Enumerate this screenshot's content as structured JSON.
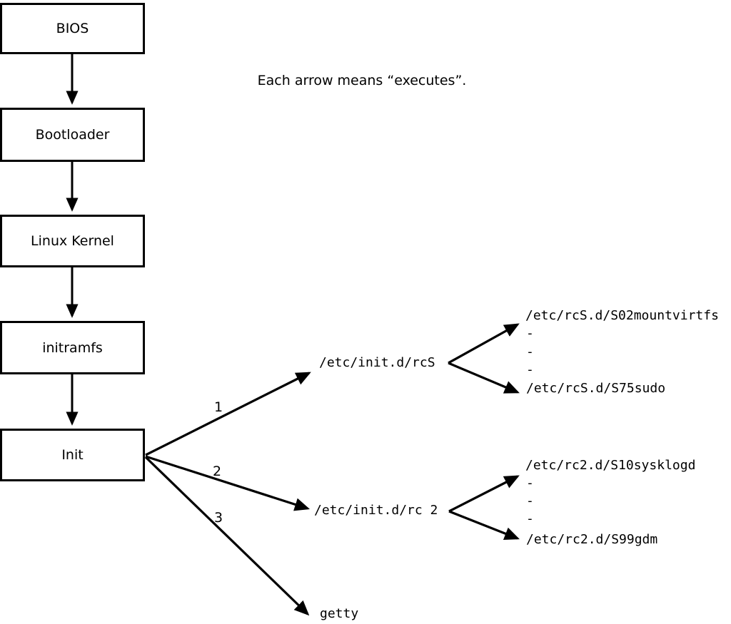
{
  "diagram": {
    "caption": "Each arrow means “executes”.",
    "boxes": [
      {
        "id": "bios",
        "label": "BIOS"
      },
      {
        "id": "bootloader",
        "label": "Bootloader"
      },
      {
        "id": "linux-kernel",
        "label": "Linux Kernel"
      },
      {
        "id": "initramfs",
        "label": "initramfs"
      },
      {
        "id": "init",
        "label": "Init"
      }
    ],
    "arrow_labels": {
      "first": "1",
      "second": "2",
      "third": "3"
    },
    "rcS": {
      "label": "/etc/init.d/rcS",
      "children": [
        "/etc/rcS.d/S02mountvirtfs",
        "-",
        "-",
        "-",
        "/etc/rcS.d/S75sudo"
      ]
    },
    "rc2": {
      "label": "/etc/init.d/rc 2",
      "children": [
        "/etc/rc2.d/S10sysklogd",
        "-",
        "-",
        "-",
        "/etc/rc2.d/S99gdm"
      ]
    },
    "getty": {
      "label": "getty"
    },
    "colors": {
      "line": "#000000",
      "background": "#ffffff",
      "box_fill": "#ffffff",
      "text": "#000000"
    }
  }
}
